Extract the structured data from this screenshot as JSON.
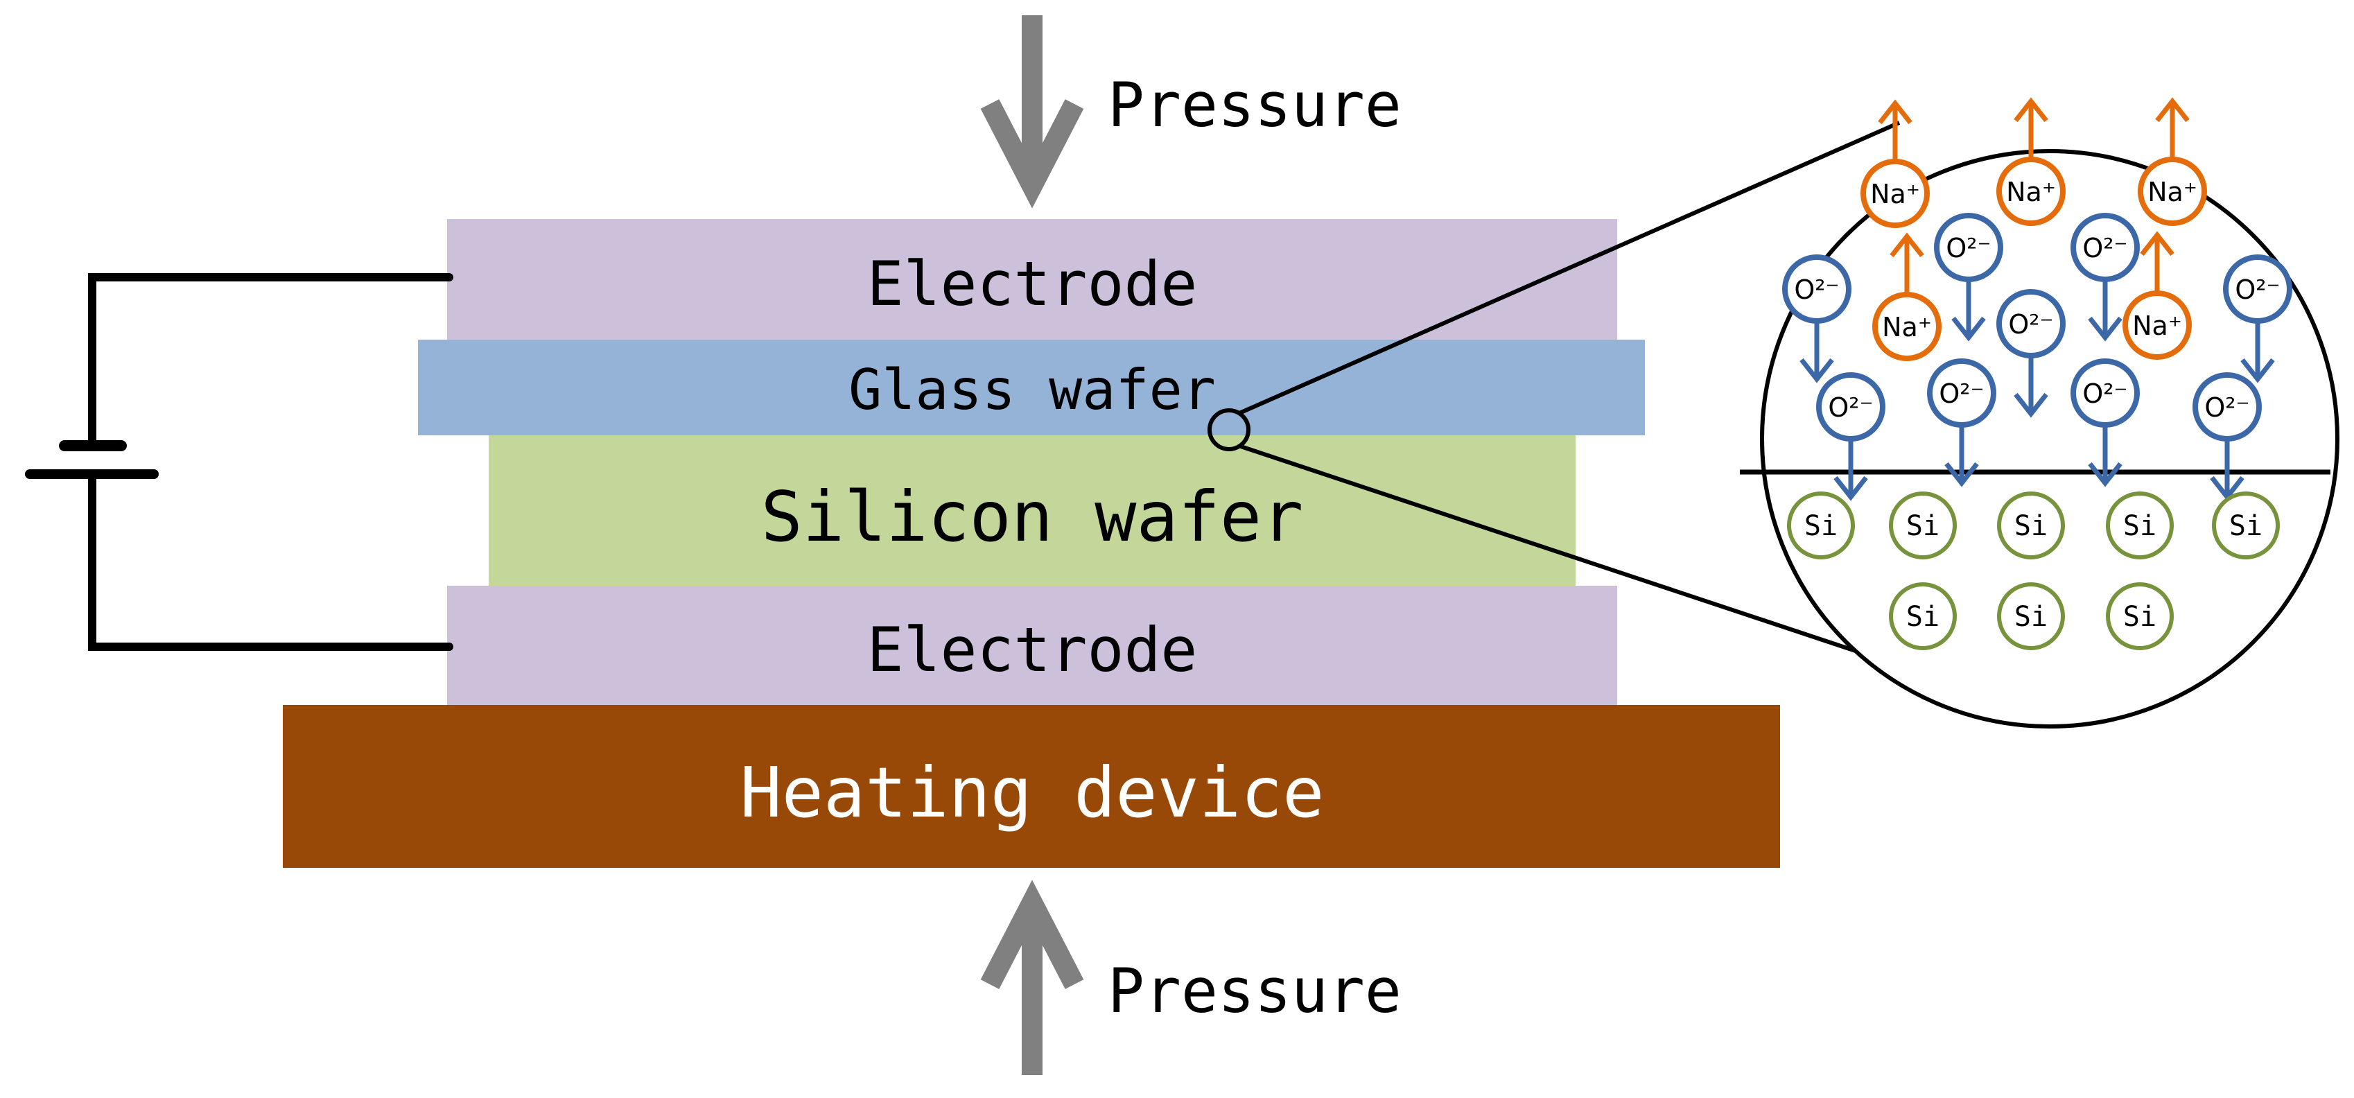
{
  "labels": {
    "pressure_top": "Pressure",
    "pressure_bottom": "Pressure",
    "electrode_top": "Electrode",
    "glass_wafer": "Glass wafer",
    "silicon_wafer": "Silicon wafer",
    "electrode_bottom": "Electrode",
    "heating_device": "Heating device"
  },
  "ions": {
    "sodium": "Na⁺",
    "oxygen": "O²⁻",
    "silicon": "Si"
  },
  "colors": {
    "electrode": "#ccc0da",
    "glass": "#95b3d7",
    "silicon": "#c4d79b",
    "heating": "#984807",
    "arrow_gray": "#808080",
    "sodium": "#e46c0a",
    "oxygen": "#3c68a8",
    "silicon_atom": "#77933c",
    "wire": "#000000"
  }
}
